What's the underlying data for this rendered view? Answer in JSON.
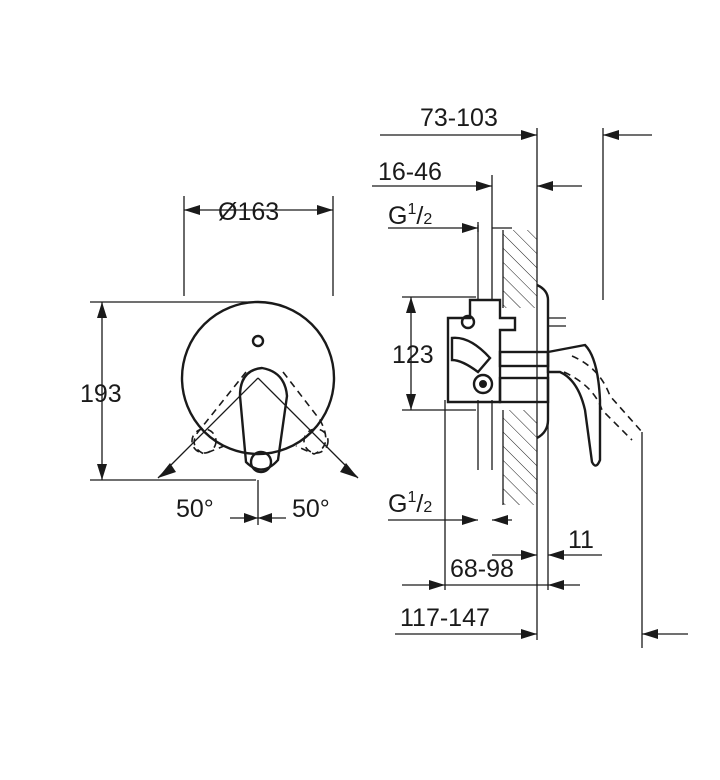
{
  "front_view": {
    "diameter_label": "Ø163",
    "height_label": "193",
    "angle_left": "50°",
    "angle_right": "50°"
  },
  "side_view": {
    "offset_73_103": "73-103",
    "offset_16_46": "16-46",
    "thread_top": {
      "prefix": "G",
      "num": "1",
      "den": "2"
    },
    "body_height": "123",
    "thread_bottom": {
      "prefix": "G",
      "num": "1",
      "den": "2"
    },
    "plate_11": "11",
    "depth_68_98": "68-98",
    "depth_117_147": "117-147"
  }
}
